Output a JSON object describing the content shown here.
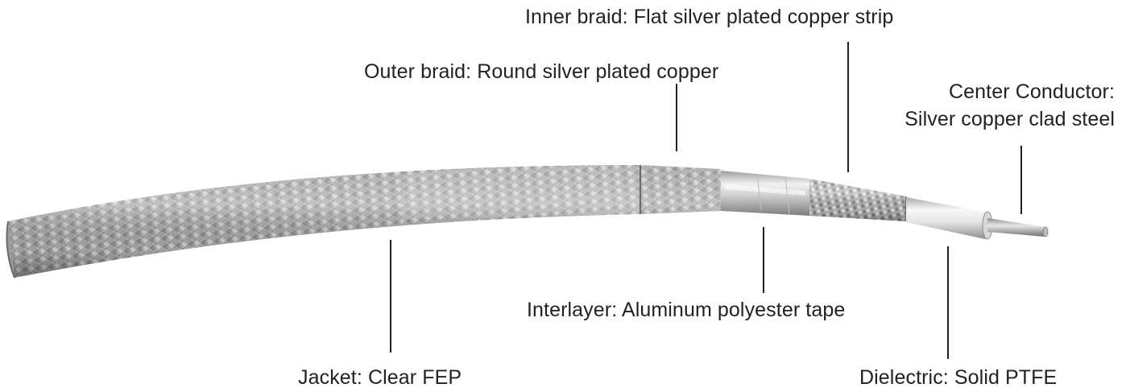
{
  "labels": {
    "inner_braid": "Inner braid: Flat silver plated copper strip",
    "outer_braid": "Outer braid: Round silver plated copper",
    "center_conductor_line1": "Center Conductor:",
    "center_conductor_line2": "Silver copper clad steel",
    "interlayer": "Interlayer: Aluminum polyester tape",
    "jacket": "Jacket: Clear FEP",
    "dielectric": "Dielectric: Solid PTFE"
  },
  "colors": {
    "text": "#222222",
    "leader_line": "#222222",
    "braid_dark": "#7d7d7d",
    "braid_light": "#cfcfcf",
    "tape_silver": "#d9d9d9",
    "dielectric_white": "#eeeeee",
    "conductor_gray": "#9a9a9a"
  }
}
